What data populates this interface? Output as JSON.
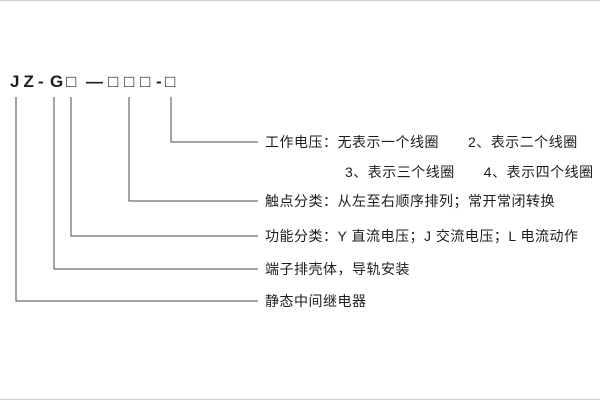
{
  "code": {
    "jz": "JZ",
    "dash1": "-",
    "g": "G",
    "box1": "□",
    "dash2": "—",
    "box2": "□",
    "box3": "□",
    "box4": "□",
    "dash3": "-",
    "box5": "□"
  },
  "labels": {
    "working_voltage_line1": "工作电压：无表示一个线圈　　2、表示二个线圈",
    "working_voltage_line2": "3、表示三个线圈　　4、表示四个线圈",
    "contact_classification": "触点分类：从左至右顺序排列；常开常闭转换",
    "function_classification": "功能分类：Y 直流电压；J 交流电压；L 电流动作",
    "housing": "端子排壳体，导轨安装",
    "relay_type": "静态中间继电器"
  },
  "colors": {
    "line": "#4a4a4a",
    "text": "#1d1d1d",
    "background": "#ffffff"
  }
}
